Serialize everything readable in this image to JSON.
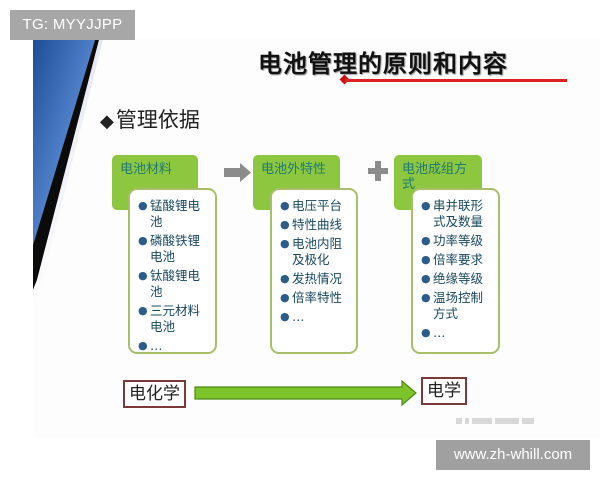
{
  "watermark_top": "TG: MYYJJPP",
  "watermark_bottom": "www.zh-whill.com",
  "title": "电池管理的原则和内容",
  "section": {
    "bullet": "◆",
    "heading": "管理依据"
  },
  "columns": [
    {
      "header": "电池材料",
      "items": [
        "锰酸锂电池",
        "磷酸铁锂电池",
        "钛酸锂电池",
        "三元材料电池",
        "…"
      ]
    },
    {
      "header": "电池外特性",
      "items": [
        "电压平台",
        "特性曲线",
        "电池内阻及极化",
        "发热情况",
        "倍率特性",
        "…"
      ]
    },
    {
      "header": "电池成组方式",
      "items": [
        "串并联形式及数量",
        "功率等级",
        "倍率要求",
        "绝缘等级",
        "温场控制方式",
        "…"
      ]
    }
  ],
  "connectors": {
    "first": "arrow-right-icon",
    "second": "plus-icon"
  },
  "flow": {
    "from": "电化学",
    "to": "电学"
  },
  "colors": {
    "header_green": "#8dc63f",
    "header_text": "#1e7b74",
    "list_border": "#a8be6a",
    "list_text": "#17475f",
    "title_underline": "#d22222",
    "flow_arrow": "#7dc42a",
    "connector_gray": "#8c8c8c",
    "strip_blue": "#2f5fa8"
  }
}
